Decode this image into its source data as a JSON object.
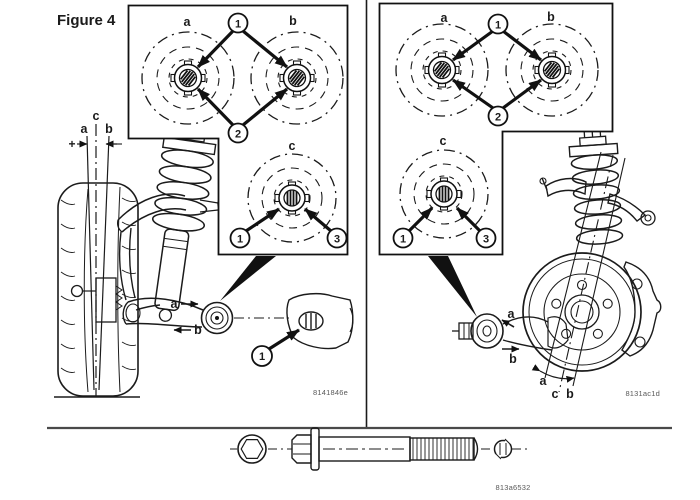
{
  "figure": {
    "title": "Figure 4"
  },
  "callouts": {
    "one": "1",
    "two": "2",
    "three": "3"
  },
  "left_panel": {
    "inset_labels": {
      "a": "a",
      "b": "b",
      "c": "c"
    },
    "camber": {
      "plus": "+",
      "a": "a",
      "b": "b",
      "c": "c"
    },
    "control_arm": {
      "a": "a",
      "b": "b"
    },
    "part_code": "8141846e"
  },
  "right_panel": {
    "inset_labels": {
      "a": "a",
      "b": "b",
      "c": "c"
    },
    "caster": {
      "a": "a",
      "b": "b",
      "c": "c"
    },
    "bushing": {
      "a": "a",
      "b": "b"
    },
    "part_code": "8131ac1d"
  },
  "bolt_section": {
    "part_code": "813a6532"
  }
}
